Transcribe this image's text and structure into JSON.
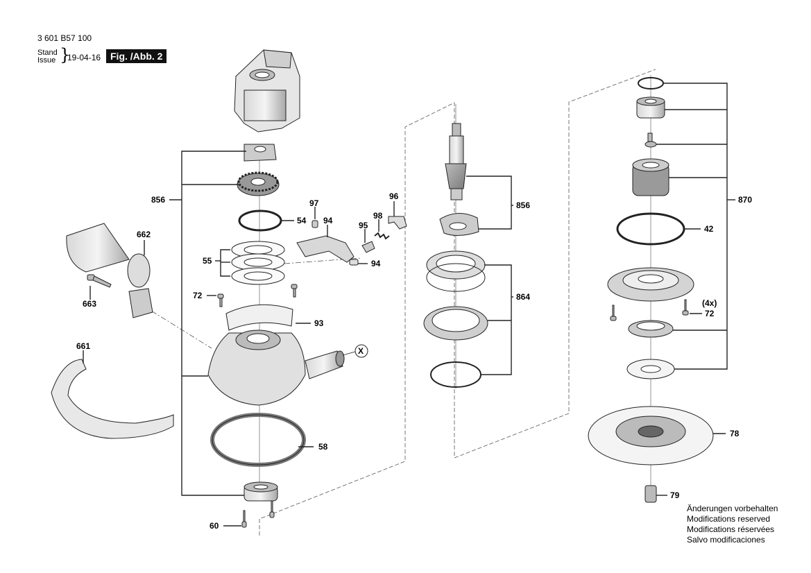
{
  "header": {
    "part_number": "3 601 B57 100",
    "stand_label": "Stand",
    "issue_label": "Issue",
    "brace": "}",
    "date": "19-04-16",
    "figure": "Fig. /Abb. 2"
  },
  "callouts": {
    "c856a": "856",
    "c662": "662",
    "c663": "663",
    "c661": "661",
    "c97": "97",
    "c94a": "94",
    "c54": "54",
    "c55": "55",
    "c95": "95",
    "c98": "98",
    "c96": "96",
    "c94b": "94",
    "c72a": "72",
    "c93": "93",
    "cX": "X",
    "c58": "58",
    "c60": "60",
    "c856b": "856",
    "c864": "864",
    "c870": "870",
    "c42": "42",
    "c4x": "(4x)",
    "c72b": "72",
    "c78": "78",
    "c79": "79"
  },
  "notes": [
    "Änderungen vorbehalten",
    "Modifications reserved",
    "Modifications réservées",
    "Salvo modificaciones"
  ]
}
